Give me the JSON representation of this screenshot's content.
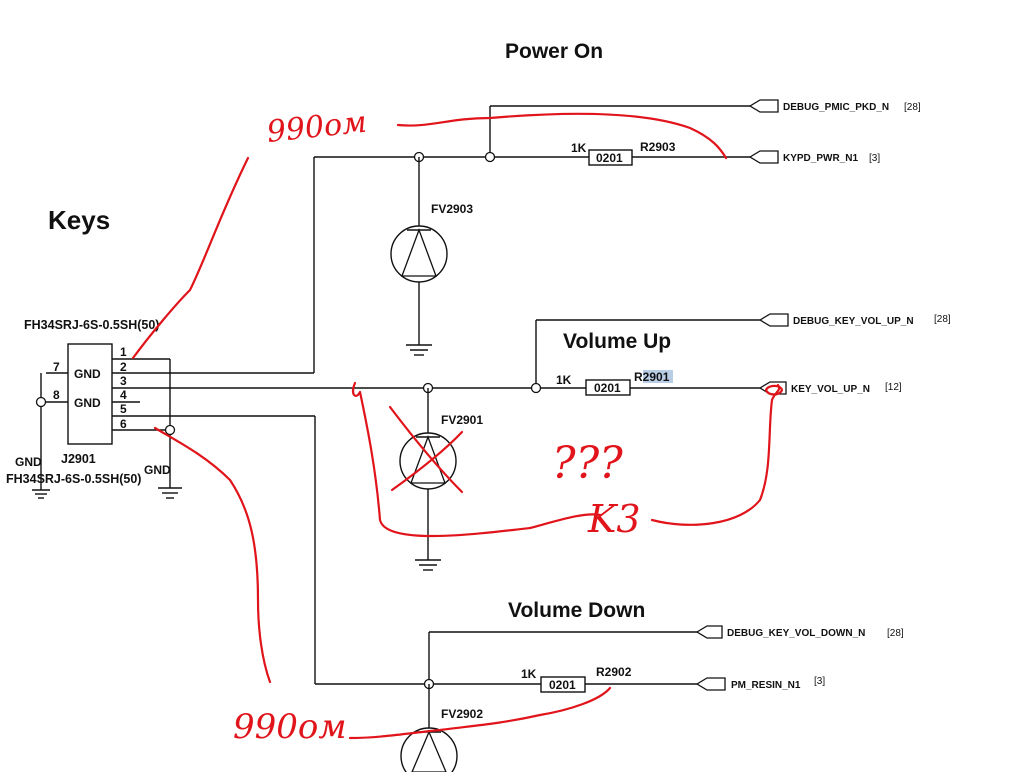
{
  "titles": {
    "power_on": "Power On",
    "keys": "Keys",
    "volume_up": "Volume Up",
    "volume_down": "Volume Down"
  },
  "connector": {
    "part_number_top": "FH34SRJ-6S-0.5SH(50)",
    "part_number_bottom": "FH34SRJ-6S-0.5SH(50)",
    "designator": "J2901",
    "gnd_label_a": "GND",
    "gnd_label_b": "GND",
    "pins": [
      "1",
      "2",
      "3",
      "4",
      "5",
      "6"
    ],
    "side_pins": [
      "7",
      "8"
    ],
    "left_gnd": "GND",
    "right_gnd": "GND"
  },
  "components": {
    "fv2903": "FV2903",
    "fv2901": "FV2901",
    "fv2902": "FV2902",
    "r2903": {
      "value": "1K",
      "package": "0201",
      "ref": "R2903"
    },
    "r2901": {
      "value": "1K",
      "package": "0201",
      "ref_prefix": "R",
      "ref_highlight": "2901"
    },
    "r2902": {
      "value": "1K",
      "package": "0201",
      "ref": "R2902"
    }
  },
  "nets": {
    "debug_pmic": {
      "name": "DEBUG_PMIC_PKD_N",
      "page": "[28]"
    },
    "kypd_pwr": {
      "name": "KYPD_PWR_N1",
      "page": "[3]"
    },
    "debug_vol_up": {
      "name": "DEBUG_KEY_VOL_UP_N",
      "page": "[28]"
    },
    "key_vol_up": {
      "name": "KEY_VOL_UP_N",
      "page": "[12]"
    },
    "debug_vol_down": {
      "name": "DEBUG_KEY_VOL_DOWN_N",
      "page": "[28]"
    },
    "pm_resin": {
      "name": "PM_RESIN_N1",
      "page": "[3]"
    }
  },
  "annotations": {
    "top": "990ом",
    "question": "???",
    "k3": "K3",
    "bottom": "990ом"
  },
  "colors": {
    "ink": "#111111",
    "annotation_red": "#e0141a",
    "highlight": "#b9cde4"
  }
}
